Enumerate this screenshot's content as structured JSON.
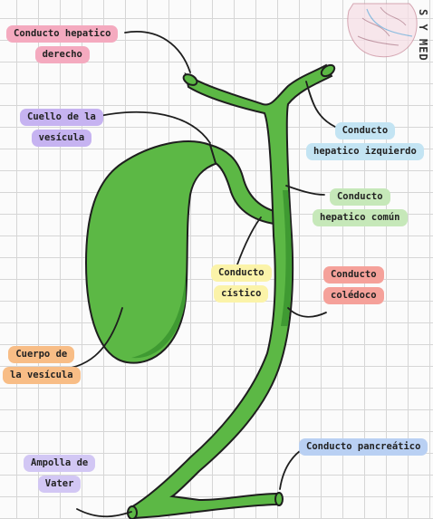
{
  "watermark": "S Y MED",
  "labels": {
    "conducto_hepatico_derecho": [
      "Conducto hepatico",
      "derecho"
    ],
    "cuello_vesicula": [
      "Cuello de la",
      "vesícula"
    ],
    "conducto_hepatico_izquierdo": [
      "Conducto",
      "hepatico izquierdo"
    ],
    "conducto_hepatico_comun": [
      "Conducto",
      "hepatico común"
    ],
    "conducto_cistico": [
      "Conducto",
      "cístico"
    ],
    "conducto_coledoco": [
      "Conducto",
      "colédoco"
    ],
    "cuerpo_vesicula": [
      "Cuerpo de",
      "la vesícula"
    ],
    "ampolla_vater": [
      "Ampolla de",
      "Vater"
    ],
    "conducto_pancreatico": [
      "Conducto pancreático"
    ]
  },
  "colors": {
    "organ_fill": "#5cb845",
    "organ_shadow": "#3f9a32",
    "outline": "#1e1e1e"
  }
}
